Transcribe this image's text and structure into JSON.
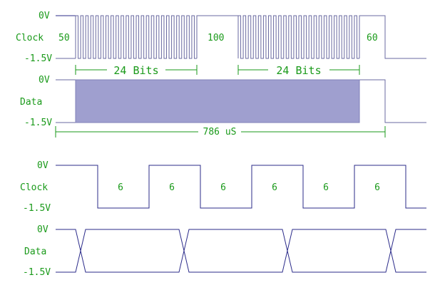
{
  "colors": {
    "label": "#1a9a1a",
    "wave": "#2b2b8a",
    "axis": "#6a6aa0",
    "fill": "#9f9fcf",
    "fill_stroke": "#8080b8"
  },
  "top": {
    "clock": {
      "name": "Clock",
      "v_high": "0V",
      "v_low": "-1.5V",
      "segment_labels": [
        "50",
        "100",
        "60"
      ]
    },
    "bits": [
      "24 Bits",
      "24 Bits"
    ],
    "data": {
      "name": "Data",
      "v_high": "0V",
      "v_low": "-1.5V"
    },
    "duration": "786 uS"
  },
  "bottom": {
    "clock": {
      "name": "Clock",
      "v_high": "0V",
      "v_low": "-1.5V",
      "pulse_labels": [
        "6",
        "6",
        "6",
        "6",
        "6",
        "6"
      ]
    },
    "data": {
      "name": "Data",
      "v_high": "0V",
      "v_low": "-1.5V"
    }
  }
}
